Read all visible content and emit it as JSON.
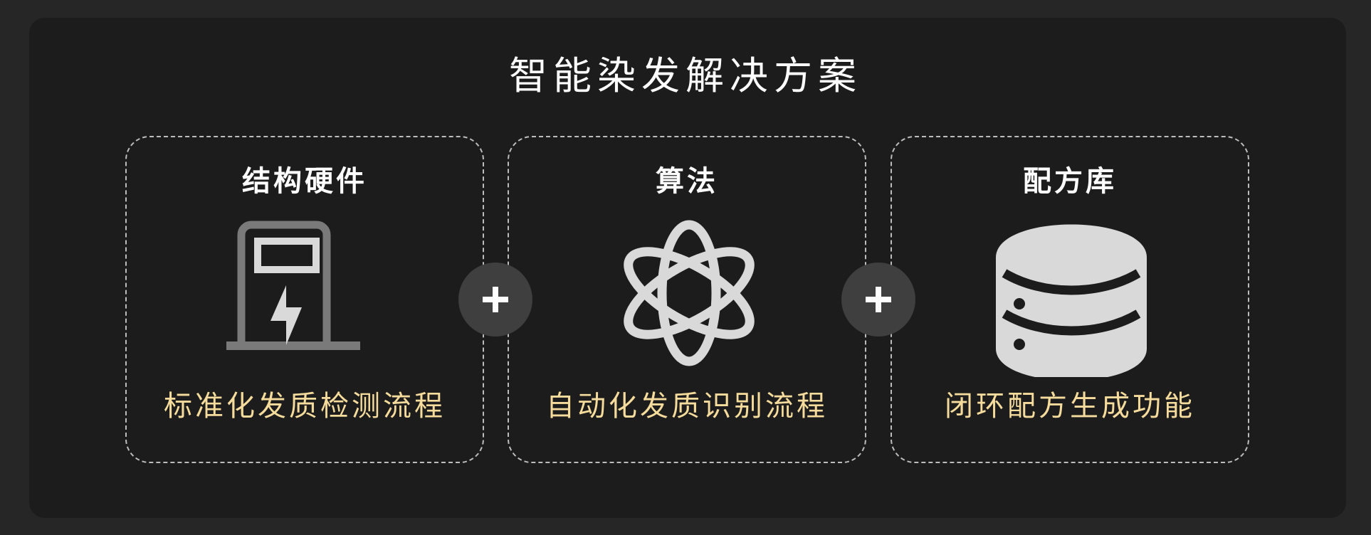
{
  "title": "智能染发解决方案",
  "cards": [
    {
      "title": "结构硬件",
      "subtitle": "标准化发质检测流程",
      "icon": "charging-station-icon"
    },
    {
      "title": "算法",
      "subtitle": "自动化发质识别流程",
      "icon": "atom-icon"
    },
    {
      "title": "配方库",
      "subtitle": "闭环配方生成功能",
      "icon": "database-icon"
    }
  ],
  "colors": {
    "background": "#262626",
    "panel": "#1c1c1c",
    "accent": "#f6dc9c",
    "icon_light": "#d9d9d9",
    "icon_gray": "#7a7a7a"
  }
}
